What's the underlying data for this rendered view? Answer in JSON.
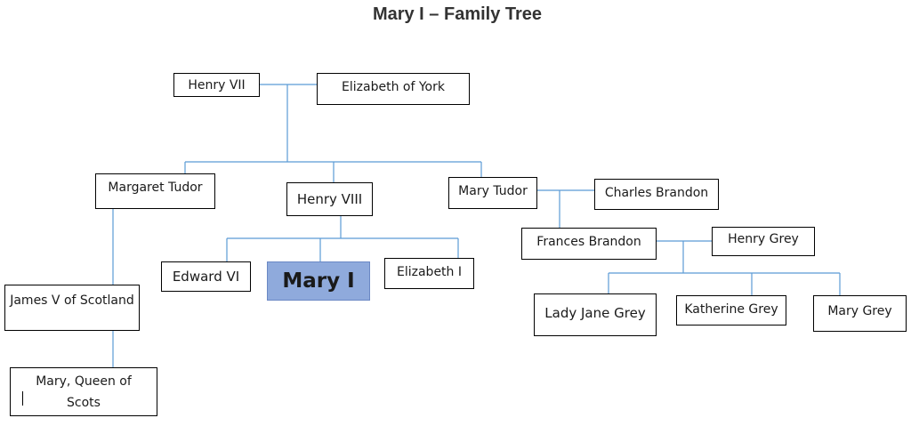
{
  "title": "Mary I – Family Tree",
  "colors": {
    "connector": "#5b9bd5",
    "highlight": "#8faadc"
  },
  "nodes": {
    "henry_vii": "Henry VII",
    "elizabeth_york": "Elizabeth of York",
    "margaret_tudor": "Margaret Tudor",
    "henry_viii": "Henry VIII",
    "mary_tudor": "Mary Tudor",
    "charles_brandon": "Charles Brandon",
    "edward_vi": "Edward VI",
    "mary_i": "Mary I",
    "elizabeth_i": "Elizabeth I",
    "frances_brandon": "Frances Brandon",
    "henry_grey": "Henry Grey",
    "james_v": "James V of Scotland",
    "lady_jane_grey": "Lady Jane Grey",
    "katherine_grey": "Katherine Grey",
    "mary_grey": "Mary Grey",
    "mary_qos": "Mary, Queen of Scots"
  }
}
